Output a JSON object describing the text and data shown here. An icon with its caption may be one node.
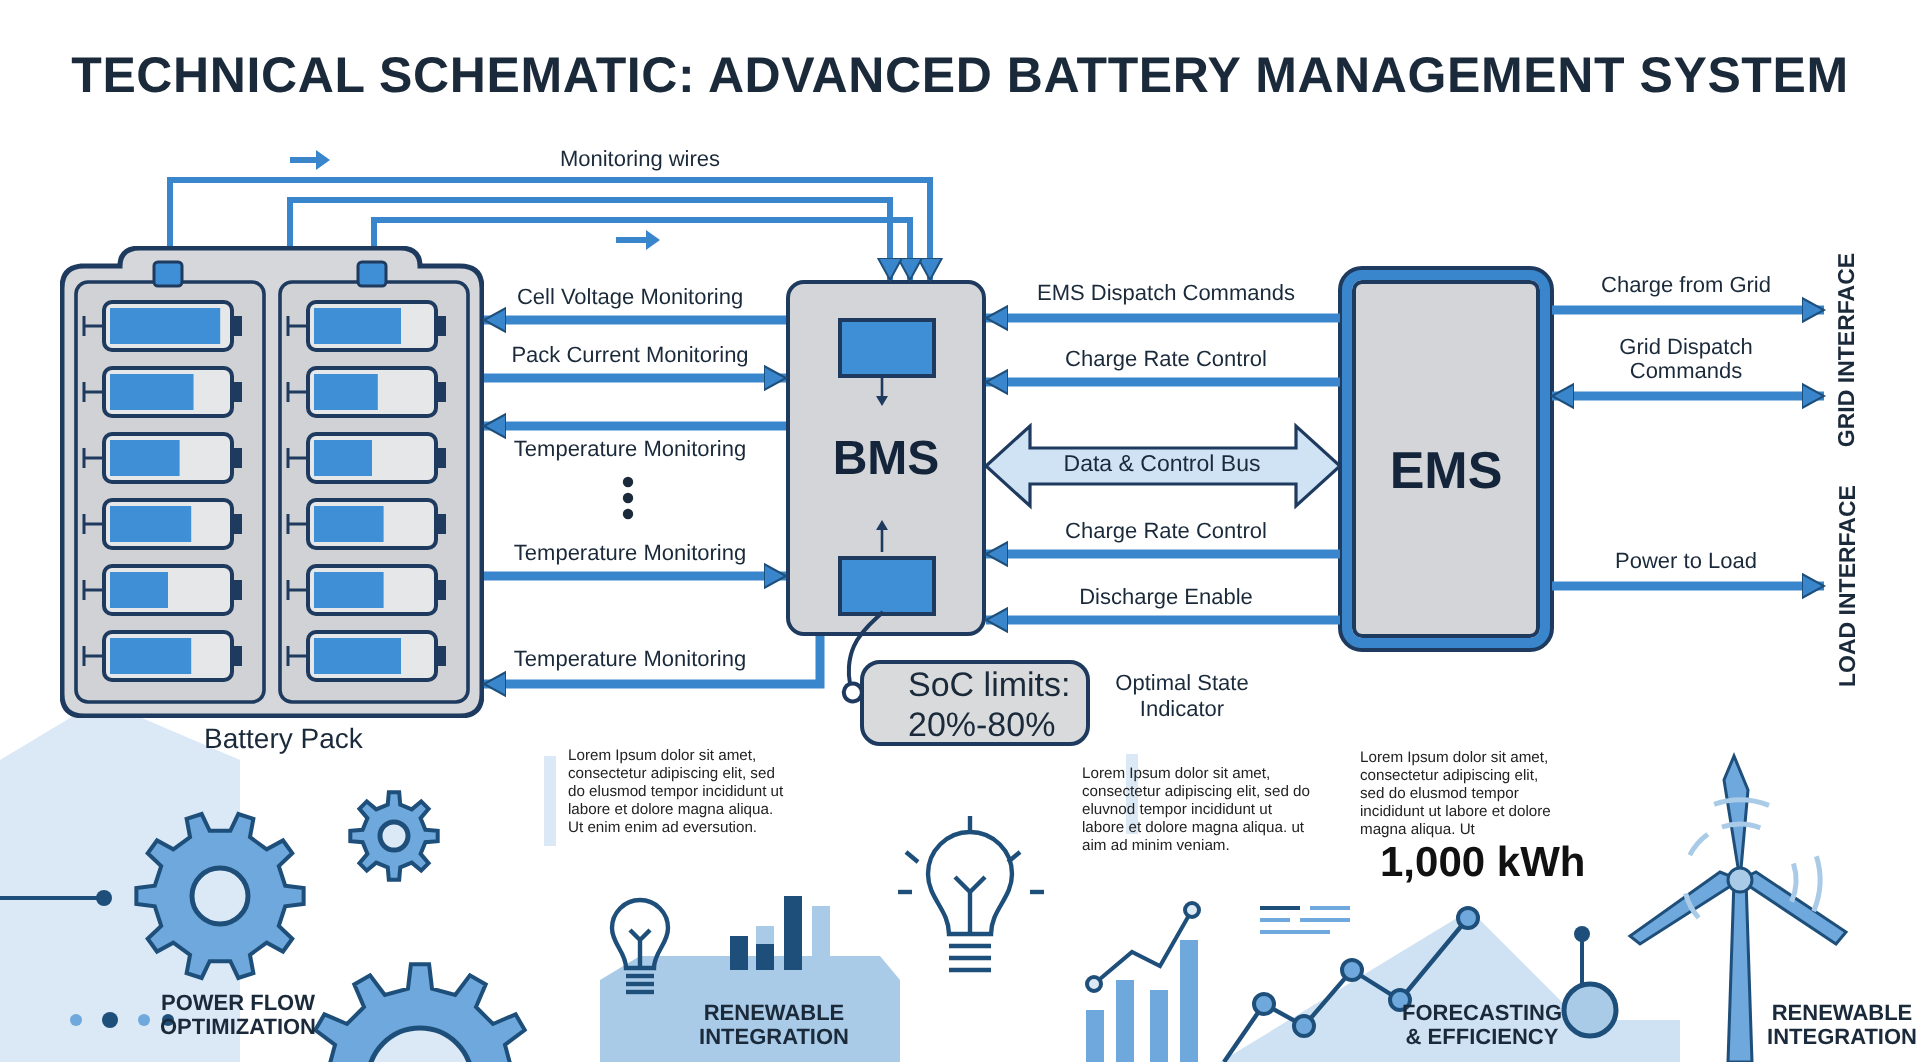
{
  "diagram": {
    "title": "TECHNICAL SCHEMATIC: ADVANCED BATTERY MANAGEMENT SYSTEM",
    "nodes": [
      {
        "text": [
          "Battery Pack"
        ]
      },
      {
        "text": [
          "BMS"
        ]
      },
      {
        "text": [],
        "shape": "box",
        "in": 1
      },
      {
        "text": [],
        "shape": "box",
        "in": 1
      },
      {
        "text": [
          "SoC limits: 20%-80%"
        ],
        "beside": [
          "Optimal State Indicator"
        ]
      },
      {
        "text": [
          "EMS"
        ]
      },
      {
        "text": [
          "GRID INTERFACE"
        ]
      },
      {
        "text": [
          "LOAD INTERFACE"
        ]
      }
    ],
    "edges": [
      {
        "from": 0,
        "to": 1,
        "arrow": "to",
        "label": "Monitoring wires"
      },
      {
        "from": 0,
        "to": 1,
        "arrow": "to"
      },
      {
        "from": 0,
        "to": 1,
        "arrow": "to"
      },
      {
        "from": 1,
        "to": 0,
        "arrow": "to",
        "label": "Cell Voltage Monitoring"
      },
      {
        "from": 0,
        "to": 1,
        "arrow": "to",
        "label": "Pack Current Monitoring"
      },
      {
        "from": 1,
        "to": 0,
        "arrow": "to",
        "label": "Temperature Monitoring"
      },
      {
        "from": 0,
        "to": 1,
        "arrow": "to",
        "label": "Temperature Monitoring"
      },
      {
        "from": 1,
        "to": 0,
        "arrow": "to",
        "label": "Temperature Monitoring"
      },
      {
        "from": 5,
        "to": 1,
        "arrow": "to",
        "label": "EMS Dispatch Commands"
      },
      {
        "from": 5,
        "to": 1,
        "arrow": "to",
        "label": "Charge Rate Control"
      },
      {
        "from": 1,
        "to": 5,
        "arrow": "both",
        "label": "Data & Control Bus",
        "style": "thick"
      },
      {
        "from": 5,
        "to": 1,
        "arrow": "to",
        "label": "Charge Rate Control"
      },
      {
        "from": 5,
        "to": 1,
        "arrow": "to",
        "label": "Discharge Enable"
      },
      {
        "from": 5,
        "to": 6,
        "arrow": "to",
        "label": "Charge from Grid"
      },
      {
        "from": 5,
        "to": 6,
        "arrow": "both",
        "label": "Grid Dispatch Commands"
      },
      {
        "from": 5,
        "to": 7,
        "arrow": "to",
        "label": "Power to Load"
      },
      {
        "from": 3,
        "to": 4,
        "arrow": "other",
        "color": "#1e3a5f"
      }
    ],
    "labels": [
      "Lorem Ipsum dolor sit amet, consectetur adipiscing elit, sed do elusmod tempor incididunt ut labore et dolore magna aliqua. Ut enim enim ad eversution.",
      "Lorem Ipsum dolor sit amet, consectetur adipiscing elit, sed do eluvnod tempor incididunt ut labore et dolore magna aliqua. ut aim ad minim veniam.",
      "Lorem Ipsum dolor sit amet, consectetur adipiscing elit, sed do elusmod tempor incididunt ut labore et dolore magna aliqua. Ut",
      "1,000 kWh",
      "POWER FLOW OPTIMIZATION",
      "RENEWABLE INTEGRATION",
      "FORECASTING & EFFICIENCY",
      "RENEWABLE INTEGRATION"
    ]
  }
}
